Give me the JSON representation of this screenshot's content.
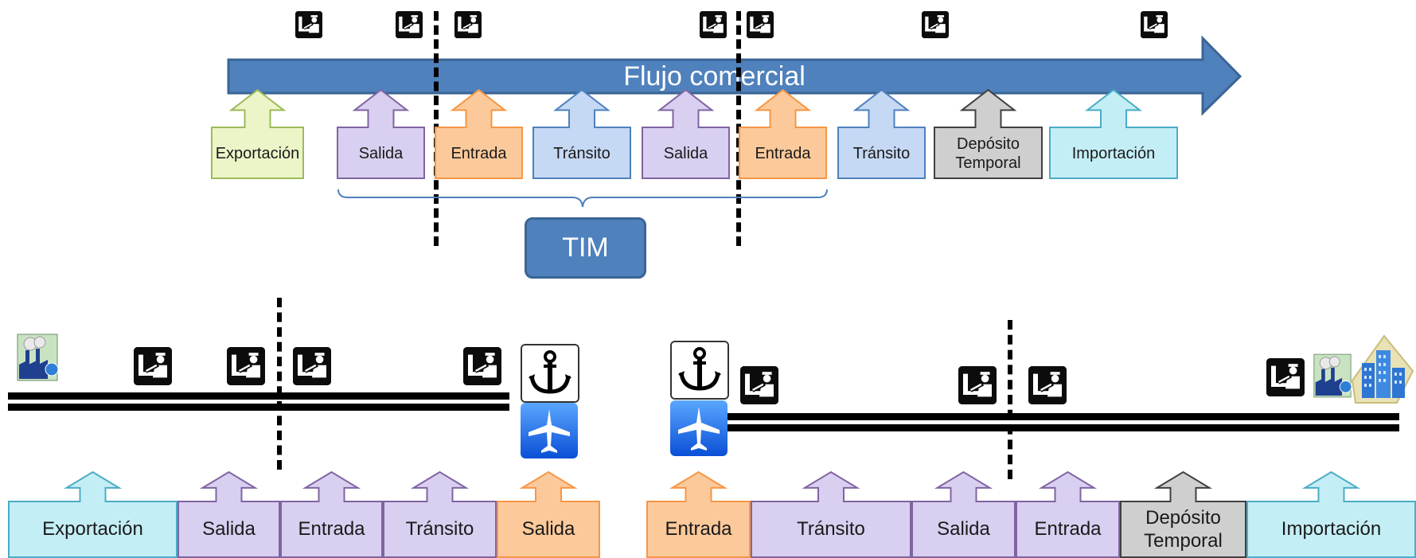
{
  "top_diagram": {
    "arrow_label": "Flujo comercial",
    "tim_label": "TIM",
    "boxes": [
      {
        "label": "Exportación",
        "fill": "#ebf5c8",
        "stroke": "#9bbb59"
      },
      {
        "label": "Salida",
        "fill": "#d9cff0",
        "stroke": "#8064a2"
      },
      {
        "label": "Entrada",
        "fill": "#fcc99b",
        "stroke": "#f79646"
      },
      {
        "label": "Tránsito",
        "fill": "#c5d8f4",
        "stroke": "#4f81bd"
      },
      {
        "label": "Salida",
        "fill": "#d9cff0",
        "stroke": "#8064a2"
      },
      {
        "label": "Entrada",
        "fill": "#fcc99b",
        "stroke": "#f79646"
      },
      {
        "label": "Tránsito",
        "fill": "#c5d8f4",
        "stroke": "#4f81bd"
      },
      {
        "label": "Depósito\nTemporal",
        "fill": "#cfcfcf",
        "stroke": "#404040"
      },
      {
        "label": "Importación",
        "fill": "#c4eef5",
        "stroke": "#4bacc6"
      }
    ]
  },
  "bottom_left": {
    "boxes": [
      {
        "label": "Exportación",
        "fill": "#c4eef5",
        "stroke": "#4bacc6"
      },
      {
        "label": "Salida",
        "fill": "#d9cff0",
        "stroke": "#8064a2"
      },
      {
        "label": "Entrada",
        "fill": "#d9cff0",
        "stroke": "#8064a2"
      },
      {
        "label": "Tránsito",
        "fill": "#d9cff0",
        "stroke": "#8064a2"
      },
      {
        "label": "Salida",
        "fill": "#fcc99b",
        "stroke": "#f79646"
      }
    ]
  },
  "bottom_right": {
    "boxes": [
      {
        "label": "Entrada",
        "fill": "#fcc99b",
        "stroke": "#f79646"
      },
      {
        "label": "Tránsito",
        "fill": "#d9cff0",
        "stroke": "#8064a2"
      },
      {
        "label": "Salida",
        "fill": "#d9cff0",
        "stroke": "#8064a2"
      },
      {
        "label": "Entrada",
        "fill": "#d9cff0",
        "stroke": "#8064a2"
      },
      {
        "label": "Depósito\nTemporal",
        "fill": "#cfcfcf",
        "stroke": "#404040"
      },
      {
        "label": "Importación",
        "fill": "#c4eef5",
        "stroke": "#4bacc6"
      }
    ]
  },
  "icons": {
    "customs": "customs-officer-icon",
    "port": "anchor-icon",
    "airport": "airplane-icon",
    "factory": "factory-icon",
    "city": "city-buildings-icon"
  },
  "colors": {
    "flow_arrow": "#4f81bd",
    "flow_arrow_border": "#3a6595"
  }
}
